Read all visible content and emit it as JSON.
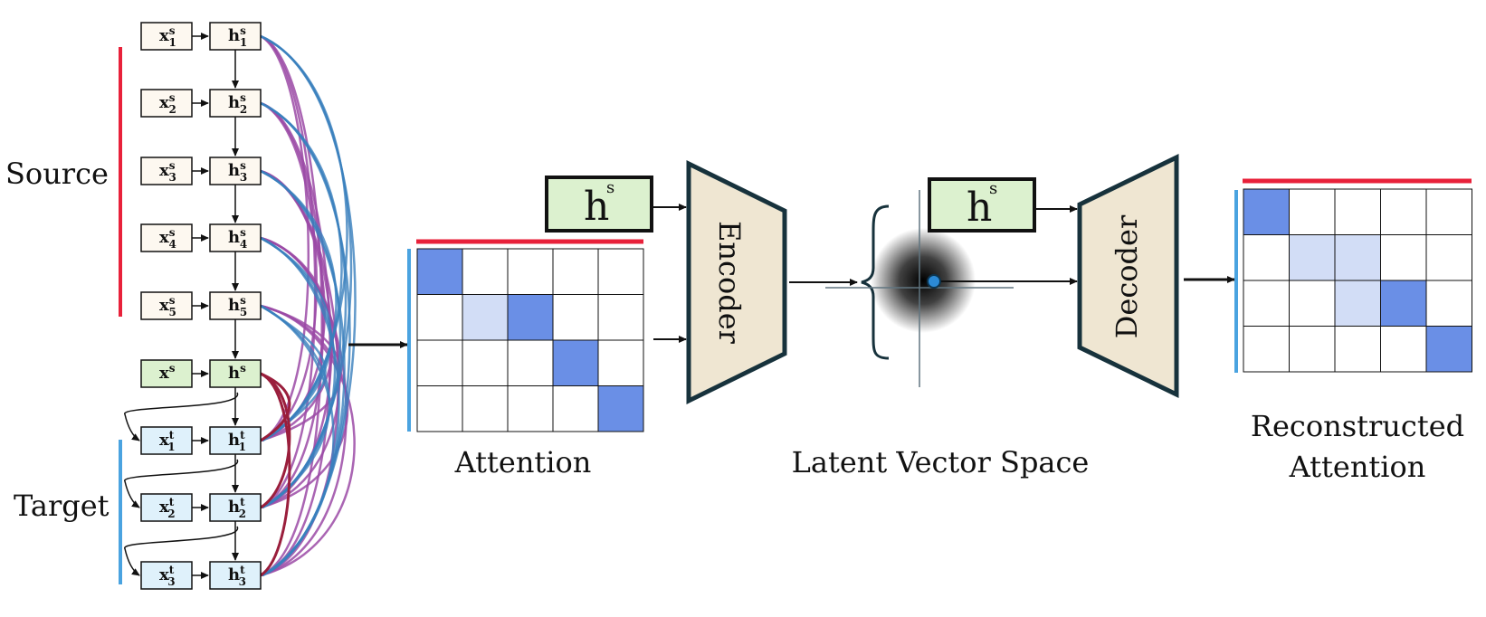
{
  "labels": {
    "source": "Source",
    "target": "Target",
    "attention": "Attention",
    "latent_space": "Latent Vector Space",
    "reconstructed_line1": "Reconstructed",
    "reconstructed_line2": "Attention"
  },
  "encoder": {
    "label": "Encoder"
  },
  "decoder": {
    "label": "Decoder"
  },
  "hs_box": {
    "base": "h",
    "sup": "s"
  },
  "source_nodes": [
    {
      "x": "x",
      "x_sup": "s",
      "x_sub": "1",
      "h": "h",
      "h_sup": "s",
      "h_sub": "1"
    },
    {
      "x": "x",
      "x_sup": "s",
      "x_sub": "2",
      "h": "h",
      "h_sup": "s",
      "h_sub": "2"
    },
    {
      "x": "x",
      "x_sup": "s",
      "x_sub": "3",
      "h": "h",
      "h_sup": "s",
      "h_sub": "3"
    },
    {
      "x": "x",
      "x_sup": "s",
      "x_sub": "4",
      "h": "h",
      "h_sup": "s",
      "h_sub": "4"
    },
    {
      "x": "x",
      "x_sup": "s",
      "x_sub": "5",
      "h": "h",
      "h_sup": "s",
      "h_sub": "5"
    }
  ],
  "summary_node": {
    "x": "x",
    "x_sup": "s",
    "h": "h",
    "h_sup": "s"
  },
  "target_nodes": [
    {
      "x": "x",
      "x_sup": "t",
      "x_sub": "1",
      "h": "h",
      "h_sup": "t",
      "h_sub": "1"
    },
    {
      "x": "x",
      "x_sup": "t",
      "x_sub": "2",
      "h": "h",
      "h_sup": "t",
      "h_sub": "2"
    },
    {
      "x": "x",
      "x_sup": "t",
      "x_sub": "3",
      "h": "h",
      "h_sup": "t",
      "h_sub": "3"
    }
  ],
  "attention_matrix": {
    "rows": 4,
    "cols": 5,
    "cells": [
      [
        2,
        0,
        0,
        0,
        0
      ],
      [
        0,
        1,
        2,
        0,
        0
      ],
      [
        0,
        0,
        0,
        2,
        0
      ],
      [
        0,
        0,
        0,
        0,
        2
      ]
    ]
  },
  "reconstructed_matrix": {
    "rows": 4,
    "cols": 5,
    "cells": [
      [
        2,
        0,
        0,
        0,
        0
      ],
      [
        0,
        1,
        1,
        0,
        0
      ],
      [
        0,
        0,
        1,
        2,
        0
      ],
      [
        0,
        0,
        0,
        0,
        2
      ]
    ]
  },
  "colors": {
    "source_bar": "#e8213a",
    "target_bar": "#4aa3e0",
    "cell_strong": "#6a8fe6",
    "cell_light": "#d2ddf6",
    "node_src_fill": "#fdf8f0",
    "node_summary_fill": "#dcf1cf",
    "node_tgt_fill": "#dff1fb",
    "trapezoid_fill": "#efe6d2",
    "trapezoid_stroke": "#17323c",
    "attn_purple": "#9b4aa6",
    "attn_blue": "#3a7fbd",
    "attn_crimson": "#9a1e3c",
    "latent_point": "#2c8ad6"
  }
}
